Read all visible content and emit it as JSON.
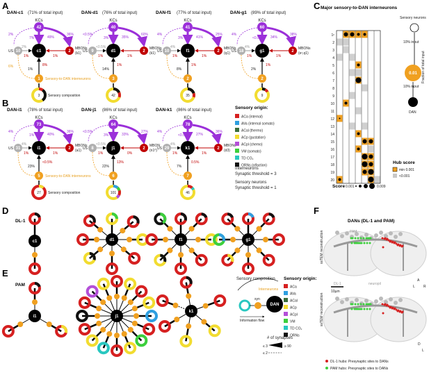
{
  "panels": {
    "A": "A",
    "B": "B",
    "C": "C",
    "D": "D",
    "E": "E",
    "F": "F"
  },
  "colors": {
    "purple": "#9b30d9",
    "red": "#c00000",
    "orange": "#f0a020",
    "grey": "#b0b0b0",
    "ACa": "#d62020",
    "AVa": "#2f9fe0",
    "ACal": "#3a6e3a",
    "ACp": "#f2dc30",
    "ACpl": "#b44fd8",
    "VM": "#3ccf3c",
    "TDCO2": "#29c7c0",
    "ORNs": "#111111"
  },
  "dan_cards": [
    {
      "title": "DAN-c1",
      "subtitle": "(71% of total input)",
      "center": "c1",
      "kc_pct": "42",
      "kc_in": "7%",
      "kc_out": "49%",
      "mbon_out": "36%",
      "mbon_back": "1%",
      "mbon_name": "MBONs",
      "mbon_sub": "(k1)",
      "us_label": "US",
      "us_val": "10",
      "us_pct": "2%",
      "us_back": "1%",
      "int_pct": "1%",
      "int_back": "8%",
      "int_val": "1",
      "comp_val": "3",
      "int_label": "Sensory-to-DAN interneurons",
      "comp_label": "Sensory composition",
      "left_top": "2%",
      "dash_pct": "6%"
    },
    {
      "title": "DAN-d1",
      "subtitle": "(76% of total input)",
      "center": "d1",
      "kc_pct": "40",
      "kc_in": "3%",
      "kc_out": "35%",
      "mbon_out": "60%",
      "mbon_back": "1%",
      "mbon_name": "MBONs",
      "mbon_sub": "(k1)",
      "us_label": "US",
      "us_val": "9",
      "us_pct": "<0.5%",
      "us_back": "1%",
      "int_pct": "14%",
      "int_back": "1%",
      "int_val": "3",
      "comp_val": "42",
      "left_top": "<0.5%"
    },
    {
      "title": "DAN-f1",
      "subtitle": "(77% of total input)",
      "center": "f1",
      "kc_pct": "41",
      "kc_in": "3%",
      "kc_out": "41%",
      "mbon_out": "25%",
      "mbon_back": "1%",
      "mbon_name": "MBONs",
      "mbon_sub": "(q1)",
      "us_label": "US",
      "us_val": "10",
      "us_pct": "4%",
      "us_back": "1%",
      "int_pct": "8%",
      "int_back": "1%",
      "int_val": "2",
      "comp_val": "35",
      "left_top": "4%"
    },
    {
      "title": "DAN-g1",
      "subtitle": "(89% of total input)",
      "center": "g1",
      "kc_pct": "60",
      "kc_in": "<0.5%",
      "kc_out": "34%",
      "mbon_out": "38%",
      "mbon_back": "1%",
      "mbon_name": "MBONs",
      "mbon_sub": "(e¹,q1)",
      "us_label": "US",
      "us_val": "18",
      "us_pct": "4%",
      "us_back": "1%",
      "int_pct": "2%",
      "int_back": "1%",
      "int_val": "2",
      "comp_val": "9",
      "left_top": "4%"
    },
    {
      "title": "DAN-i1",
      "subtitle": "(78% of total input)",
      "center": "i1",
      "kc_pct": "73",
      "kc_in": "1%",
      "kc_out": "40%",
      "mbon_out": "36%",
      "mbon_back": "1%",
      "mbon_name": "MBONs",
      "mbon_sub": "(a1)",
      "us_label": "US",
      "us_val": "31",
      "us_pct": "4%",
      "us_back": "1%",
      "int_pct": "23%",
      "int_back": "<0.5%",
      "int_val": "5",
      "comp_val": "27",
      "int_label": "Sensory-to-DAN interneurons",
      "comp_label": "Sensory composition",
      "left_top": "4%"
    },
    {
      "title": "DAN-j1",
      "subtitle": "(86% of total input)",
      "center": "j1",
      "kc_pct": "64",
      "kc_in": "3%",
      "kc_out": "33%",
      "mbon_out": "27%",
      "mbon_back": "0%",
      "mbon_name": "MBON",
      "mbon_sub": "(n1⁰)",
      "us_label": "US",
      "us_val": "8",
      "us_pct": "<0.5%",
      "us_back": "1%",
      "int_pct": "22%",
      "int_back": "13%",
      "int_val": "6",
      "comp_val": "101",
      "left_top": "<0.5%"
    },
    {
      "title": "DAN-k1",
      "subtitle": "(86% of total input)",
      "center": "k1",
      "kc_pct": "78",
      "kc_in": "<0.5%",
      "kc_out": "27%",
      "mbon_out": "36%",
      "mbon_back": "1%",
      "mbon_name": "MBONs",
      "mbon_sub": "(d3)",
      "us_label": "US",
      "us_val": "29",
      "us_pct": "4%",
      "us_back": "1%",
      "int_pct": "7%",
      "int_back": "0.5%",
      "int_val": "7",
      "comp_val": "46",
      "left_top": "4%"
    }
  ],
  "kcs_label": "KCs",
  "legend_B": {
    "title": "Sensory origin:",
    "items": [
      {
        "key": "ACa",
        "label": "ACa (internal)",
        "color": "#d62020"
      },
      {
        "key": "AVa",
        "label": "AVa (internal somato)",
        "color": "#2f9fe0"
      },
      {
        "key": "ACal",
        "label": "ACal (thermo)",
        "color": "#3a6e3a"
      },
      {
        "key": "ACp",
        "label": "ACp (gustation)",
        "color": "#f2dc30"
      },
      {
        "key": "ACpl",
        "label": "ACpl (chemo)",
        "color": "#b44fd8"
      },
      {
        "key": "VM",
        "label": "VM (somato)",
        "color": "#3ccf3c"
      },
      {
        "key": "TDCO2",
        "label": "TD CO₂",
        "color": "#29c7c0"
      },
      {
        "key": "ORNs",
        "label": "ORNs (olfaction)",
        "color": "#111111"
      }
    ],
    "interneurons_label": "Interneurons",
    "interneurons_thresh": "Synaptic threshold = 3",
    "sensory_label": "Sensory neurons",
    "sensory_thresh": "Synaptic threshold = 1"
  },
  "panel_C": {
    "title": "Major sensory-to-DAN interneurons",
    "rows": [
      "1ᶜ",
      "2",
      "3",
      "4",
      "5",
      "6",
      "7",
      "8",
      "9",
      "10",
      "11",
      "12",
      "13",
      "14",
      "15",
      "16",
      "17",
      "18",
      "19",
      "20"
    ],
    "sensory_neurons": "Sensory neurons",
    "input_top": "10% input",
    "input_bottom": "10% input",
    "hub_value": "0.01",
    "dan": "DAN",
    "fraction_label": "Fraction of total input",
    "hub_score": "Hub score",
    "hub_min": "min 0.001",
    "hub_lt": "<0.001",
    "score_label": "Score",
    "score_min": "0.001",
    "score_max": "0.009"
  },
  "panel_D": {
    "label": "DL-1",
    "centers": [
      "c1",
      "d1",
      "f1",
      "g1"
    ]
  },
  "panel_E": {
    "label": "PAM",
    "centers": [
      "i1",
      "j1",
      "k1"
    ],
    "schematic_title": "Sensory composition",
    "schematic_interneurons": "Interneurons",
    "schematic_syn": "syn",
    "schematic_dan": "DAN",
    "schematic_flow": "Information flow",
    "synapses_title": "# of synapses",
    "syn_max": "≥ 90",
    "syn_min": "≤ 3",
    "syn_min2": "≤ 2"
  },
  "legend_E": {
    "title": "Sensory origin:",
    "items": [
      {
        "label": "ACa",
        "color": "#d62020"
      },
      {
        "label": "AVa",
        "color": "#2f9fe0"
      },
      {
        "label": "ACal",
        "color": "#3a6e3a"
      },
      {
        "label": "ACp",
        "color": "#f2dc30"
      },
      {
        "label": "ACpl",
        "color": "#b44fd8"
      },
      {
        "label": "VM",
        "color": "#3ccf3c"
      },
      {
        "label": "TD CO₂",
        "color": "#29c7c0"
      },
      {
        "label": "ORNs",
        "color": "#111111"
      }
    ]
  },
  "panel_F": {
    "title": "DANs (DL-1 and PAM)",
    "axis_label": "ssTEM reconstruction",
    "pam": "PAM",
    "dl1": "DL-1",
    "neuropil": "neuropil",
    "scale": "10µm",
    "legend_dl1": "DL-1 hubs: Presynaptic sites to DANs",
    "legend_pam": "PAM hubs: Presynaptic sites to DANs",
    "axis_A": "A",
    "axis_L": "L",
    "axis_R": "R",
    "axis_D": "D"
  }
}
